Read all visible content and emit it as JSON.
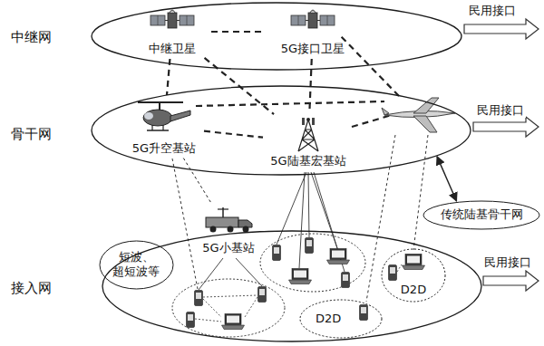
{
  "diagram": {
    "nodes": [
      {
        "text": [
          "中继网"
        ]
      },
      {
        "text": [
          "中继卫星"
        ],
        "in": 0
      },
      {
        "text": [
          "5G接口卫星"
        ],
        "in": 0
      },
      {
        "text": [
          "骨干网"
        ]
      },
      {
        "text": [
          "5G升空基站"
        ],
        "in": 3
      },
      {
        "text": [
          "5G陆基宏基站"
        ],
        "in": 3
      },
      {
        "text": [
          "传统陆基骨干网"
        ]
      },
      {
        "text": [
          "接入网"
        ]
      },
      {
        "text": [
          "5G小基站"
        ],
        "in": 7
      },
      {
        "text": [
          "短波、超短波等"
        ],
        "in": 7
      },
      {
        "text": [
          "D2D"
        ],
        "in": 7
      },
      {
        "text": [
          "D2D"
        ],
        "in": 7
      }
    ],
    "edges": [
      {
        "from": 1,
        "to": 2,
        "arrow": "none"
      },
      {
        "from": 1,
        "to": 4,
        "arrow": "none"
      },
      {
        "from": 1,
        "to": 5,
        "arrow": "none"
      },
      {
        "from": 2,
        "to": 5,
        "arrow": "none"
      },
      {
        "from": 4,
        "to": 5,
        "arrow": "none"
      },
      {
        "from": 4,
        "to": 8,
        "arrow": "none"
      },
      {
        "from": 3,
        "to": 6,
        "arrow": "both"
      }
    ],
    "labels": [
      "民用接口",
      "民用接口",
      "民用接口"
    ]
  }
}
